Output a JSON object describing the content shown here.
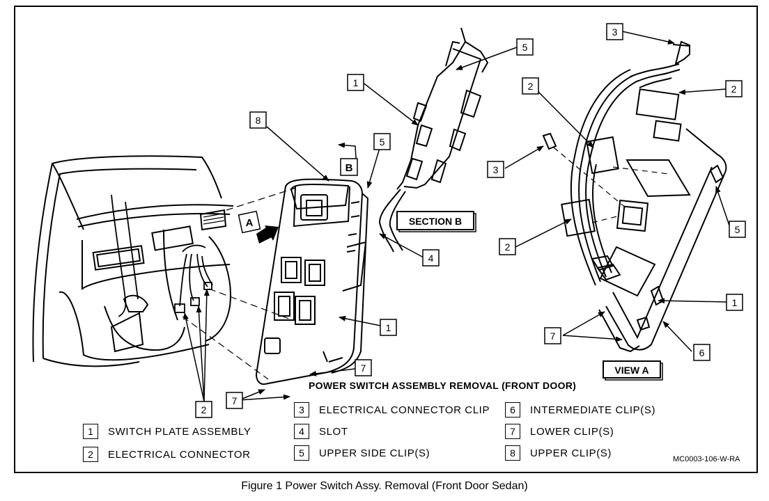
{
  "callouts": {
    "c1a": "1",
    "c1b": "1",
    "c1c": "1",
    "c2a": "2",
    "c2b": "2",
    "c2c": "2",
    "c2d": "2",
    "c3a": "3",
    "c3b": "3",
    "c4": "4",
    "c5a": "5",
    "c5b": "5",
    "c5c": "5",
    "c6": "6",
    "c7a": "7",
    "c7b": "7",
    "c7c": "7",
    "c8": "8",
    "view_a_letter": "A",
    "section_b_letter": "B"
  },
  "section_label": "SECTION B",
  "view_label": "VIEW A",
  "main_title": "POWER SWITCH ASSEMBLY REMOVAL (FRONT DOOR)",
  "legend": [
    {
      "num": "1",
      "text": "SWITCH PLATE ASSEMBLY"
    },
    {
      "num": "2",
      "text": "ELECTRICAL CONNECTOR"
    },
    {
      "num": "3",
      "text": "ELECTRICAL CONNECTOR CLIP"
    },
    {
      "num": "4",
      "text": "SLOT"
    },
    {
      "num": "5",
      "text": "UPPER SIDE CLIP(S)"
    },
    {
      "num": "6",
      "text": "INTERMEDIATE CLIP(S)"
    },
    {
      "num": "7",
      "text": "LOWER CLIP(S)"
    },
    {
      "num": "8",
      "text": "UPPER CLIP(S)"
    }
  ],
  "figure_code": "MC0003-106-W-RA",
  "caption": "Figure 1 Power Switch Assy. Removal (Front Door Sedan)"
}
